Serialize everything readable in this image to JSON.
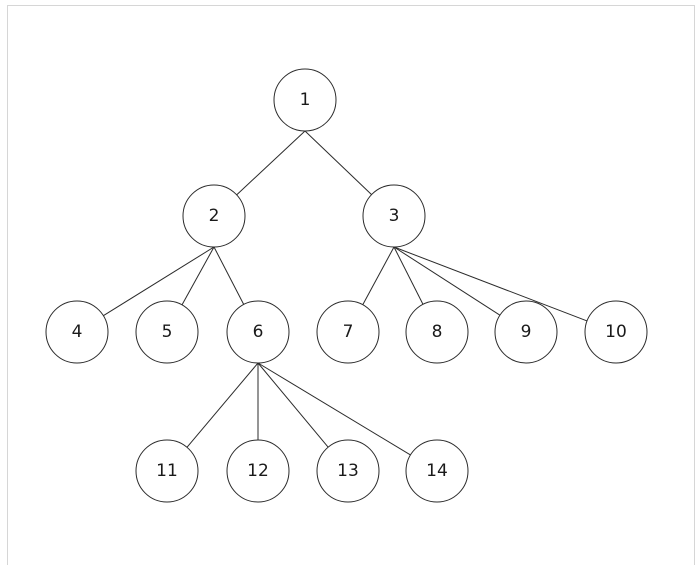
{
  "diagram": {
    "nodes": [
      {
        "id": "1",
        "label": "1",
        "children": [
          "2",
          "3"
        ]
      },
      {
        "id": "2",
        "label": "2",
        "children": [
          "4",
          "5",
          "6"
        ]
      },
      {
        "id": "3",
        "label": "3",
        "children": [
          "7",
          "8",
          "9",
          "10"
        ]
      },
      {
        "id": "4",
        "label": "4",
        "children": []
      },
      {
        "id": "5",
        "label": "5",
        "children": []
      },
      {
        "id": "6",
        "label": "6",
        "children": [
          "11",
          "12",
          "13",
          "14"
        ]
      },
      {
        "id": "7",
        "label": "7",
        "children": []
      },
      {
        "id": "8",
        "label": "8",
        "children": []
      },
      {
        "id": "9",
        "label": "9",
        "children": []
      },
      {
        "id": "10",
        "label": "10",
        "children": []
      },
      {
        "id": "11",
        "label": "11",
        "children": []
      },
      {
        "id": "12",
        "label": "12",
        "children": []
      },
      {
        "id": "13",
        "label": "13",
        "children": []
      },
      {
        "id": "14",
        "label": "14",
        "children": []
      }
    ],
    "colors": {
      "stroke": "#2b2b2b",
      "fill": "#ffffff",
      "text": "#1a1a1a",
      "frame": "#d6d6d6"
    }
  }
}
